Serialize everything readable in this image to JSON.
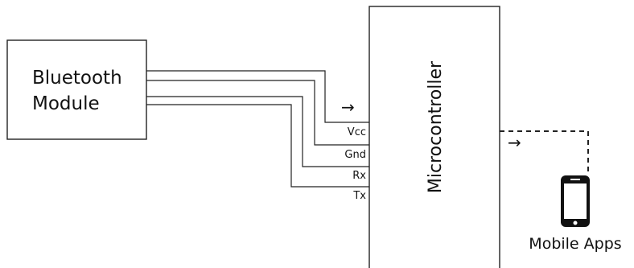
{
  "blocks": {
    "bluetooth_line1": "Bluetooth",
    "bluetooth_line2": "Module",
    "microcontroller": "Microcontroller",
    "mobile_apps": "Mobile Apps"
  },
  "pins": {
    "vcc": "Vcc",
    "gnd": "Gnd",
    "rx": "Rx",
    "tx": "Tx"
  },
  "arrows": {
    "input": "→",
    "output": "→"
  },
  "icons": {
    "phone": "smartphone-icon"
  }
}
